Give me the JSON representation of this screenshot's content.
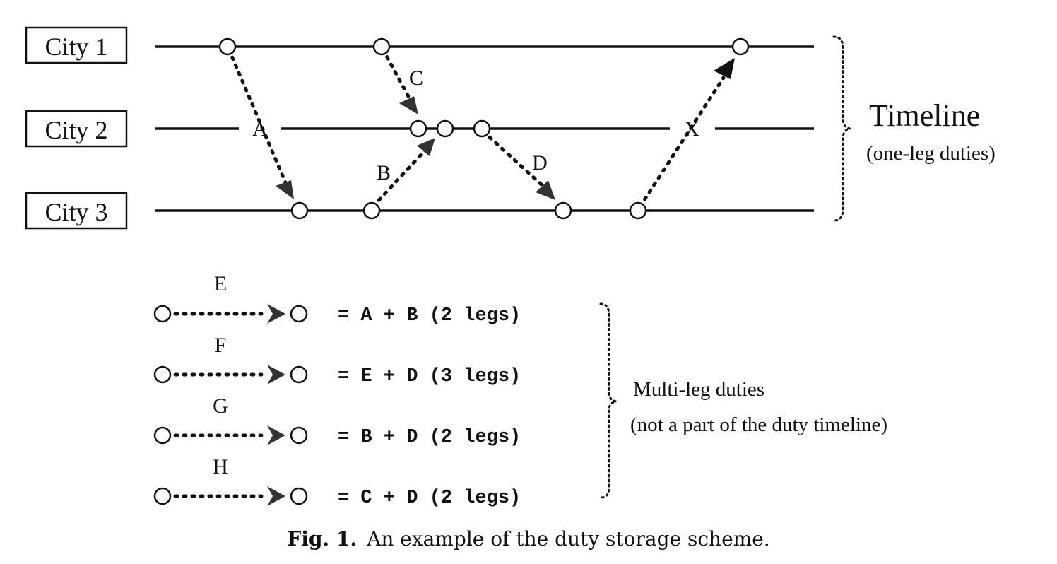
{
  "cities": [
    {
      "label": "City 1"
    },
    {
      "label": "City 2"
    },
    {
      "label": "City 3"
    }
  ],
  "one_leg_duties": [
    {
      "label": "A",
      "from_city": 1,
      "to_city": 3
    },
    {
      "label": "B",
      "from_city": 3,
      "to_city": 2
    },
    {
      "label": "C",
      "from_city": 1,
      "to_city": 2
    },
    {
      "label": "D",
      "from_city": 2,
      "to_city": 3
    },
    {
      "label": "X",
      "from_city": 3,
      "to_city": 1
    }
  ],
  "timeline_brace": {
    "title": "Timeline",
    "subtitle": "(one-leg duties)"
  },
  "multi_leg_duties": [
    {
      "name": "E",
      "formula": "= A + B (2 legs)"
    },
    {
      "name": "F",
      "formula": "= E + D (3 legs)"
    },
    {
      "name": "G",
      "formula": "= B + D (2 legs)"
    },
    {
      "name": "H",
      "formula": "= C + D (2 legs)"
    }
  ],
  "multi_leg_brace": {
    "title": "Multi-leg duties",
    "subtitle": "(not a part of the duty  timeline)"
  },
  "caption": {
    "label": "Fig. 1.",
    "text": "An example of the duty storage scheme."
  },
  "colors": {
    "ink": "#111111",
    "node_fill": "#ffffff",
    "arrowhead": "#333333"
  }
}
